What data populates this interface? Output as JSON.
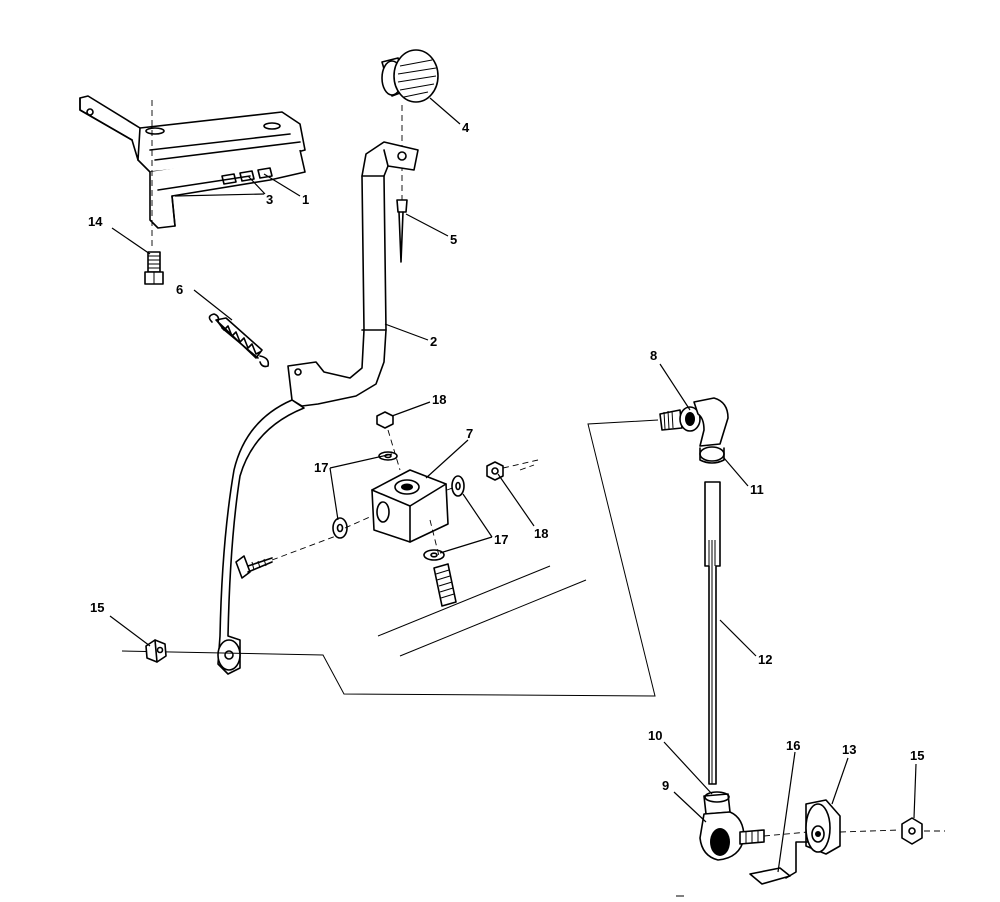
{
  "callouts": {
    "n1": "1",
    "n2": "2",
    "n3": "3",
    "n4": "4",
    "n5": "5",
    "n6": "6",
    "n7": "7",
    "n8": "8",
    "n9": "9",
    "n10": "10",
    "n11": "11",
    "n12": "12",
    "n13": "13",
    "n14": "14",
    "n15a": "15",
    "n15b": "15",
    "n16": "16",
    "n17a": "17",
    "n17b": "17",
    "n18a": "18",
    "n18b": "18"
  },
  "colors": {
    "ink": "#000000",
    "paper": "#ffffff"
  }
}
